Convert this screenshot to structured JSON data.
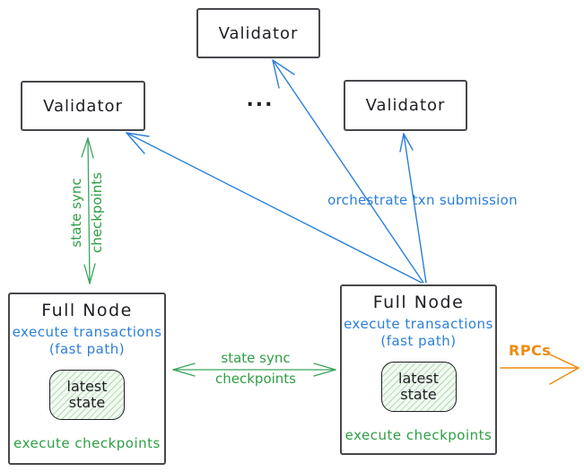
{
  "colors": {
    "blue": "#2b7fd9",
    "green_text": "#2f9e44",
    "green_arrow": "#3aa55c",
    "orange": "#ef8a10",
    "box_border_gray": "#47474d",
    "text_black": "#1e1e24",
    "state_box_fill": "#f3faf1"
  },
  "validators": {
    "top": {
      "label": "Validator"
    },
    "left": {
      "label": "Validator"
    },
    "right": {
      "label": "Validator"
    },
    "ellipsis": "..."
  },
  "full_nodes": {
    "left": {
      "title": "Full Node",
      "exec_line1": "execute transactions",
      "exec_line2": "(fast path)",
      "state": {
        "line1": "latest",
        "line2": "state"
      },
      "footer": "execute checkpoints"
    },
    "right": {
      "title": "Full Node",
      "exec_line1": "execute transactions",
      "exec_line2": "(fast path)",
      "state": {
        "line1": "latest",
        "line2": "state"
      },
      "footer": "execute checkpoints"
    }
  },
  "edges": {
    "orchestrate": {
      "label": "orchestrate txn submission",
      "color": "#2b7fd9"
    },
    "state_sync_vertical": {
      "line1": "state sync",
      "line2": "checkpoints",
      "color": "#3aa55c"
    },
    "state_sync_horizontal": {
      "line1": "state sync",
      "line2": "checkpoints",
      "color": "#3aa55c"
    },
    "rpcs": {
      "label": "RPCs",
      "color": "#ef8a10"
    }
  }
}
